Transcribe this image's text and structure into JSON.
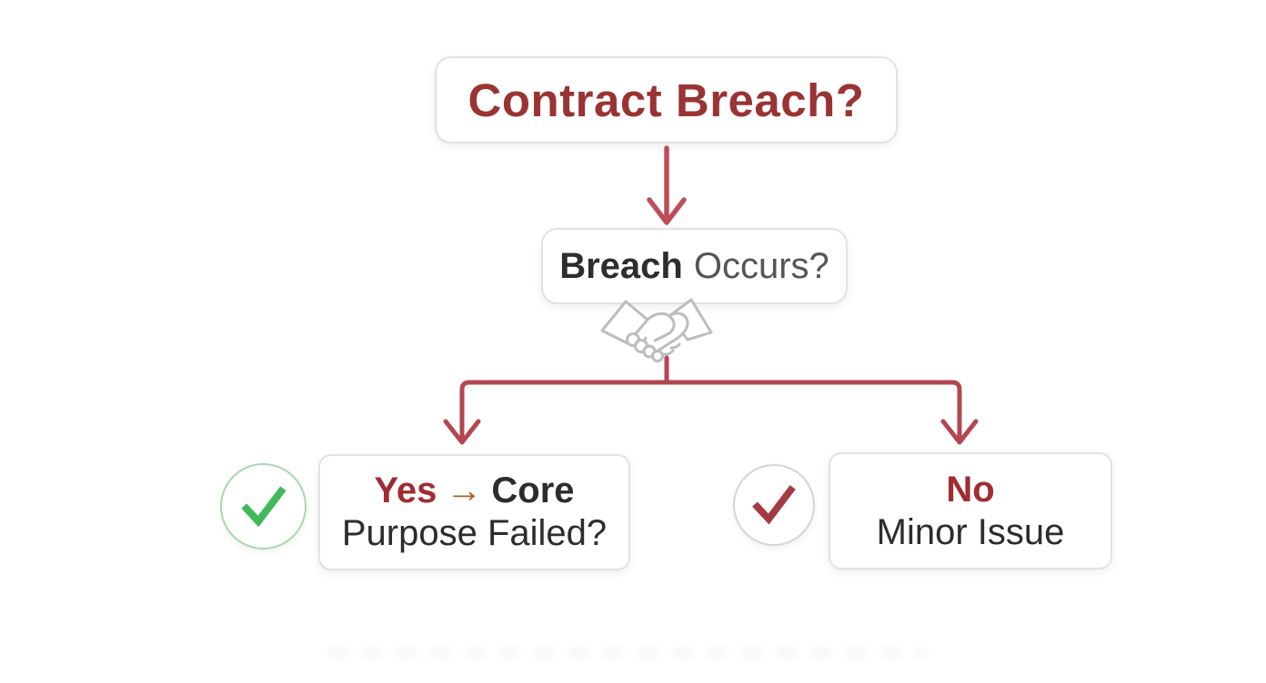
{
  "diagram": {
    "title": "Contract Breach?",
    "nodes": {
      "root": {
        "label": "Contract Breach?"
      },
      "decision": {
        "word_bold": "Breach",
        "word_gray": "Occurs?"
      },
      "yes_branch": {
        "keyword": "Yes",
        "arrow_glyph": "→",
        "line1_rest": "Core",
        "line2": "Purpose Failed?"
      },
      "no_branch": {
        "keyword": "No",
        "line2": "Minor Issue"
      }
    },
    "icons": {
      "handshake": "handshake-icon",
      "yes_marker": "green-check-icon",
      "no_marker": "red-check-icon",
      "flow_arrows": "down-arrow-icon"
    },
    "colors": {
      "title_maroon": "#9a3333",
      "flow_arrow_red": "#bf4d58",
      "branch_line_red": "#b2474f",
      "keyword_red": "#a02c31",
      "text_dark": "#2c2c2c",
      "text_gray": "#555555",
      "arrow_orange": "#a8622a",
      "check_green": "#41b95a",
      "green_circle_border": "#a9d8b0",
      "gray_circle_border": "#d7d5d4",
      "check_red": "#a53a42",
      "node_border": "#e4e2e1",
      "handshake_gray": "#bdbdbd"
    }
  }
}
